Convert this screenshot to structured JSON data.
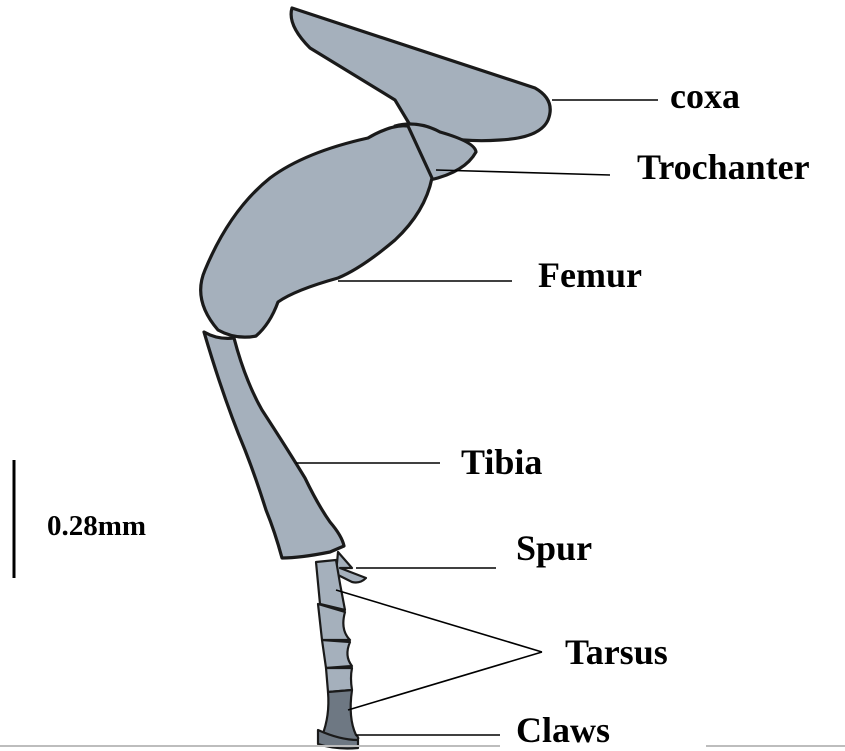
{
  "figure": {
    "leg_fill": "#A5B0BC",
    "claw_fill": "#6E7883",
    "outline_color": "#1A1A1A",
    "bottom_line_color": "#BDBDBD"
  },
  "labels": {
    "coxa": "coxa",
    "trochanter": "Trochanter",
    "femur": "Femur",
    "tibia": "Tibia",
    "spur": "Spur",
    "tarsus": "Tarsus",
    "claws": "Claws"
  },
  "scale_bar": {
    "text": "0.28mm"
  }
}
